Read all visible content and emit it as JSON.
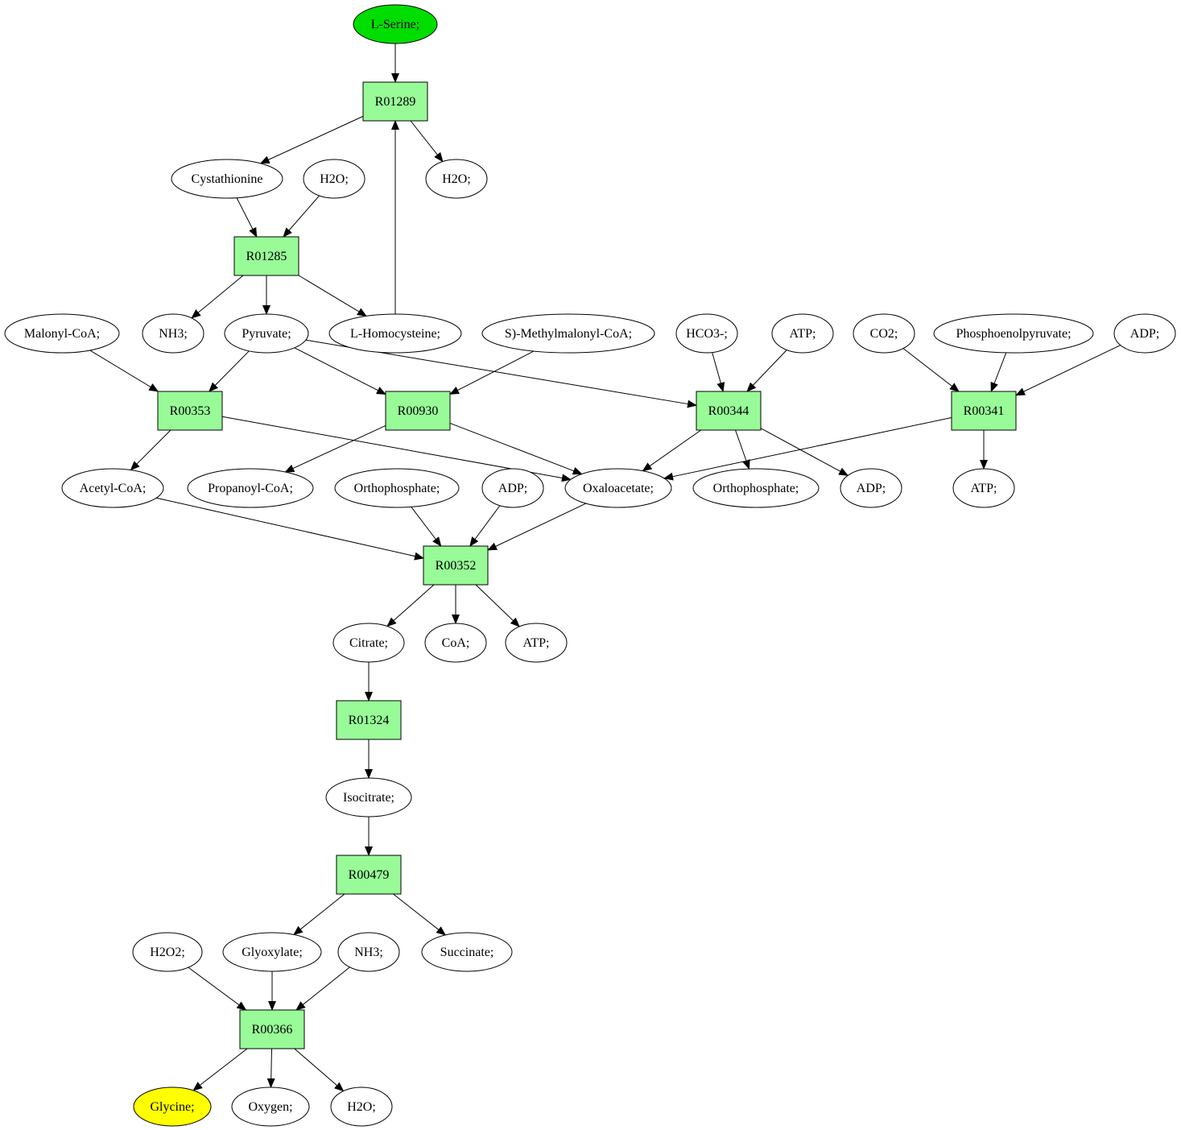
{
  "colors": {
    "start": "#00dd00",
    "end": "#ffff00",
    "reaction": "#98fb98",
    "compound": "#ffffff",
    "stroke": "#000000"
  },
  "nodes": {
    "serine": {
      "label": "L-Serine;",
      "kind": "start"
    },
    "r01289": {
      "label": "R01289",
      "kind": "reaction"
    },
    "cysta": {
      "label": "Cystathionine",
      "kind": "compound"
    },
    "h2o_a": {
      "label": "H2O;",
      "kind": "compound"
    },
    "h2o_b": {
      "label": "H2O;",
      "kind": "compound"
    },
    "r01285": {
      "label": "R01285",
      "kind": "reaction"
    },
    "malonyl": {
      "label": "Malonyl-CoA;",
      "kind": "compound"
    },
    "nh3_a": {
      "label": "NH3;",
      "kind": "compound"
    },
    "pyruvate": {
      "label": "Pyruvate;",
      "kind": "compound"
    },
    "homocys": {
      "label": "L-Homocysteine;",
      "kind": "compound"
    },
    "methylmal": {
      "label": "S)-Methylmalonyl-CoA;",
      "kind": "compound"
    },
    "hco3": {
      "label": "HCO3-;",
      "kind": "compound"
    },
    "atp_a": {
      "label": "ATP;",
      "kind": "compound"
    },
    "co2": {
      "label": "CO2;",
      "kind": "compound"
    },
    "pep": {
      "label": "Phosphoenolpyruvate;",
      "kind": "compound"
    },
    "adp_a": {
      "label": "ADP;",
      "kind": "compound"
    },
    "r00353": {
      "label": "R00353",
      "kind": "reaction"
    },
    "r00930": {
      "label": "R00930",
      "kind": "reaction"
    },
    "r00344": {
      "label": "R00344",
      "kind": "reaction"
    },
    "r00341": {
      "label": "R00341",
      "kind": "reaction"
    },
    "acetyl": {
      "label": "Acetyl-CoA;",
      "kind": "compound"
    },
    "propanoyl": {
      "label": "Propanoyl-CoA;",
      "kind": "compound"
    },
    "ortho_a": {
      "label": "Orthophosphate;",
      "kind": "compound"
    },
    "adp_b": {
      "label": "ADP;",
      "kind": "compound"
    },
    "oxalo": {
      "label": "Oxaloacetate;",
      "kind": "compound"
    },
    "ortho_b": {
      "label": "Orthophosphate;",
      "kind": "compound"
    },
    "adp_c": {
      "label": "ADP;",
      "kind": "compound"
    },
    "atp_b": {
      "label": "ATP;",
      "kind": "compound"
    },
    "r00352": {
      "label": "R00352",
      "kind": "reaction"
    },
    "citrate": {
      "label": "Citrate;",
      "kind": "compound"
    },
    "coa": {
      "label": "CoA;",
      "kind": "compound"
    },
    "atp_c": {
      "label": "ATP;",
      "kind": "compound"
    },
    "r01324": {
      "label": "R01324",
      "kind": "reaction"
    },
    "isocitrate": {
      "label": "Isocitrate;",
      "kind": "compound"
    },
    "r00479": {
      "label": "R00479",
      "kind": "reaction"
    },
    "h2o2": {
      "label": "H2O2;",
      "kind": "compound"
    },
    "glyoxylate": {
      "label": "Glyoxylate;",
      "kind": "compound"
    },
    "nh3_b": {
      "label": "NH3;",
      "kind": "compound"
    },
    "succinate": {
      "label": "Succinate;",
      "kind": "compound"
    },
    "r00366": {
      "label": "R00366",
      "kind": "reaction"
    },
    "glycine": {
      "label": "Glycine;",
      "kind": "end"
    },
    "oxygen": {
      "label": "Oxygen;",
      "kind": "compound"
    },
    "h2o_c": {
      "label": "H2O;",
      "kind": "compound"
    }
  },
  "edges": [
    [
      "serine",
      "r01289"
    ],
    [
      "r01289",
      "cysta"
    ],
    [
      "r01289",
      "h2o_b"
    ],
    [
      "cysta",
      "r01285"
    ],
    [
      "h2o_a",
      "r01285"
    ],
    [
      "r01285",
      "nh3_a"
    ],
    [
      "r01285",
      "pyruvate"
    ],
    [
      "r01285",
      "homocys"
    ],
    [
      "homocys",
      "r01289"
    ],
    [
      "malonyl",
      "r00353"
    ],
    [
      "pyruvate",
      "r00353"
    ],
    [
      "pyruvate",
      "r00930"
    ],
    [
      "pyruvate",
      "r00344"
    ],
    [
      "methylmal",
      "r00930"
    ],
    [
      "hco3",
      "r00344"
    ],
    [
      "atp_a",
      "r00344"
    ],
    [
      "co2",
      "r00341"
    ],
    [
      "pep",
      "r00341"
    ],
    [
      "adp_a",
      "r00341"
    ],
    [
      "r00353",
      "acetyl"
    ],
    [
      "r00353",
      "oxalo"
    ],
    [
      "r00930",
      "propanoyl"
    ],
    [
      "r00930",
      "oxalo"
    ],
    [
      "r00344",
      "oxalo"
    ],
    [
      "r00344",
      "ortho_b"
    ],
    [
      "r00344",
      "adp_c"
    ],
    [
      "r00341",
      "oxalo"
    ],
    [
      "r00341",
      "atp_b"
    ],
    [
      "acetyl",
      "r00352"
    ],
    [
      "ortho_a",
      "r00352"
    ],
    [
      "adp_b",
      "r00352"
    ],
    [
      "oxalo",
      "r00352"
    ],
    [
      "r00352",
      "citrate"
    ],
    [
      "r00352",
      "coa"
    ],
    [
      "r00352",
      "atp_c"
    ],
    [
      "citrate",
      "r01324"
    ],
    [
      "r01324",
      "isocitrate"
    ],
    [
      "isocitrate",
      "r00479"
    ],
    [
      "r00479",
      "glyoxylate"
    ],
    [
      "r00479",
      "succinate"
    ],
    [
      "h2o2",
      "r00366"
    ],
    [
      "glyoxylate",
      "r00366"
    ],
    [
      "nh3_b",
      "r00366"
    ],
    [
      "r00366",
      "glycine"
    ],
    [
      "r00366",
      "oxygen"
    ],
    [
      "r00366",
      "h2o_c"
    ]
  ]
}
